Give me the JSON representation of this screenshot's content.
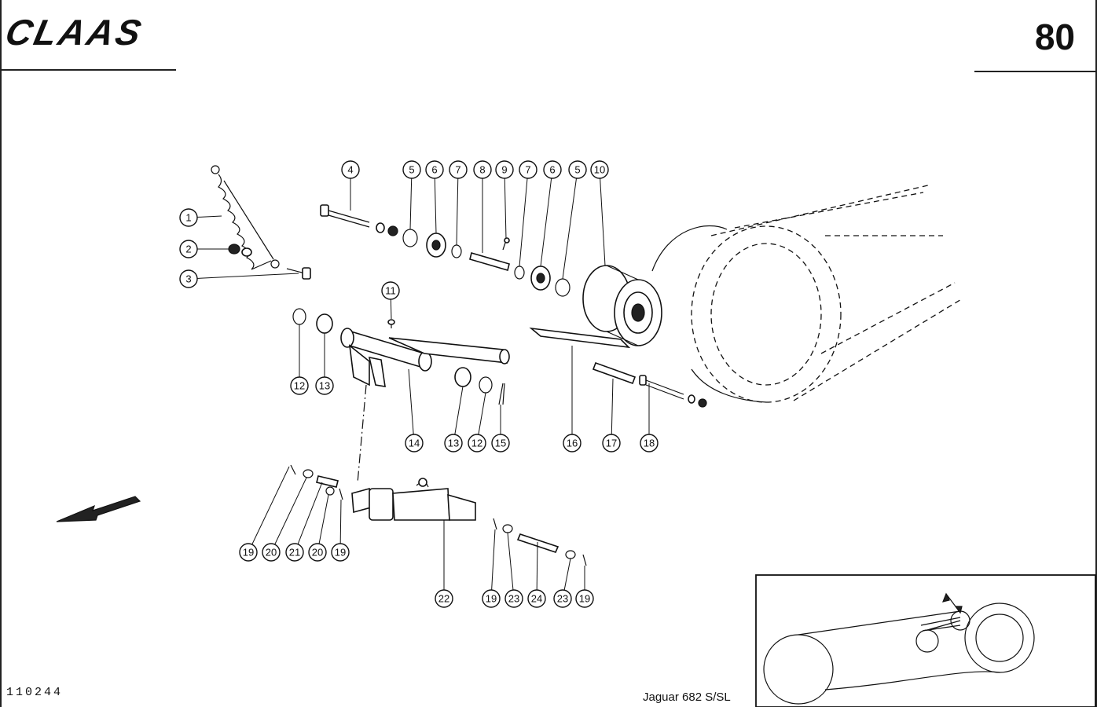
{
  "header": {
    "brand": "CLAAS",
    "page_number": "80"
  },
  "footer": {
    "reference_code": "110244",
    "model_label": "Jaguar 682 S/SL"
  },
  "callouts": [
    {
      "label": "1"
    },
    {
      "label": "2"
    },
    {
      "label": "3"
    },
    {
      "label": "4"
    },
    {
      "label": "5"
    },
    {
      "label": "6"
    },
    {
      "label": "7"
    },
    {
      "label": "8"
    },
    {
      "label": "9"
    },
    {
      "label": "7"
    },
    {
      "label": "6"
    },
    {
      "label": "5"
    },
    {
      "label": "10"
    },
    {
      "label": "11"
    },
    {
      "label": "12"
    },
    {
      "label": "13"
    },
    {
      "label": "14"
    },
    {
      "label": "13"
    },
    {
      "label": "12"
    },
    {
      "label": "15"
    },
    {
      "label": "16"
    },
    {
      "label": "17"
    },
    {
      "label": "18"
    },
    {
      "label": "19"
    },
    {
      "label": "20"
    },
    {
      "label": "21"
    },
    {
      "label": "20"
    },
    {
      "label": "19"
    },
    {
      "label": "22"
    },
    {
      "label": "19"
    },
    {
      "label": "23"
    },
    {
      "label": "24"
    },
    {
      "label": "23"
    },
    {
      "label": "19"
    }
  ]
}
